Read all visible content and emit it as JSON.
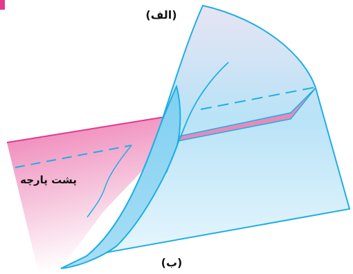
{
  "labels": {
    "top": "(الف)",
    "bottom": "(ب)",
    "fabric_back": "پشت پارچه"
  },
  "colors": {
    "outline": "#1eaee4",
    "pink": "#e4378e",
    "pink_light": "#f8d6e8",
    "blue_light": "#c9ebfa",
    "lavender": "#e5e3f3",
    "accent_bar": "#e4378e"
  }
}
